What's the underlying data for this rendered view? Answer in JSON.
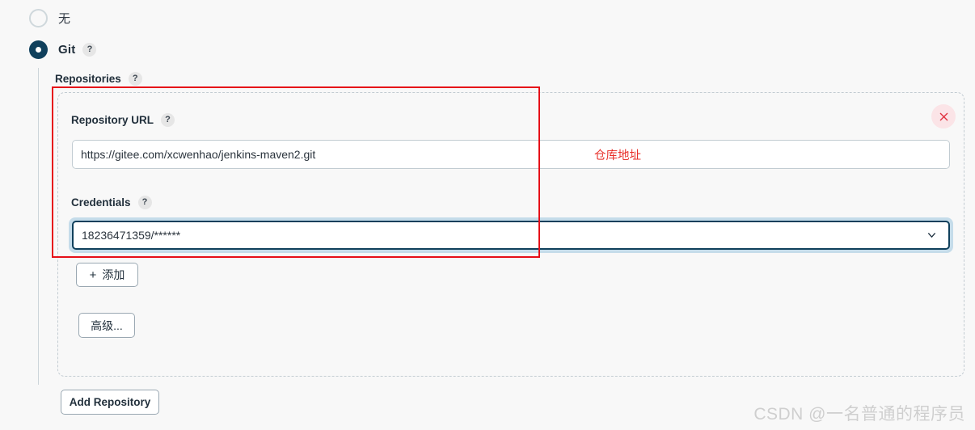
{
  "scm_options": [
    {
      "label": "无",
      "selected": false,
      "has_help": false
    },
    {
      "label": "Git",
      "selected": true,
      "has_help": true
    }
  ],
  "section": {
    "label": "Repositories",
    "help": "?"
  },
  "repository": {
    "url_label": "Repository URL",
    "url_help": "?",
    "url_value": "https://gitee.com/xcwenhao/jenkins-maven2.git",
    "credentials_label": "Credentials",
    "credentials_help": "?",
    "credentials_value": "18236471359/******",
    "remove_icon": "close-icon"
  },
  "buttons": {
    "add": "添加",
    "add_plus": "+",
    "advanced": "高级...",
    "add_repository": "Add Repository"
  },
  "annotation": {
    "text": "仓库地址",
    "box_color": "#e60f18",
    "text_color": "#e8302a"
  },
  "watermark": {
    "text": "CSDN @一名普通的程序员"
  },
  "colors": {
    "page_bg": "#f8f8f8",
    "accent_navy": "#10405c",
    "focus_halo": "#c5dcea",
    "border_gray": "#c2ccd2",
    "dashed_border": "#c3ccd2",
    "remove_bg": "#fbe4e7",
    "remove_fg": "#e0313f"
  }
}
